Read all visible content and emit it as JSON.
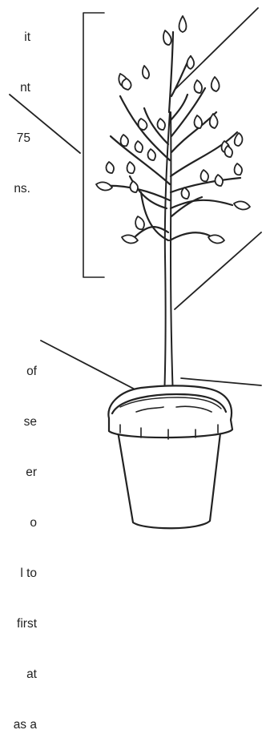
{
  "annotations": {
    "crown_text": [
      "it",
      "nt",
      "75",
      "ns."
    ],
    "root_text": [
      "of",
      "se",
      "er",
      "o",
      "l to",
      "first",
      "at",
      "as a"
    ]
  },
  "colors": {
    "ink": "#222222",
    "paper": "#ffffff"
  }
}
